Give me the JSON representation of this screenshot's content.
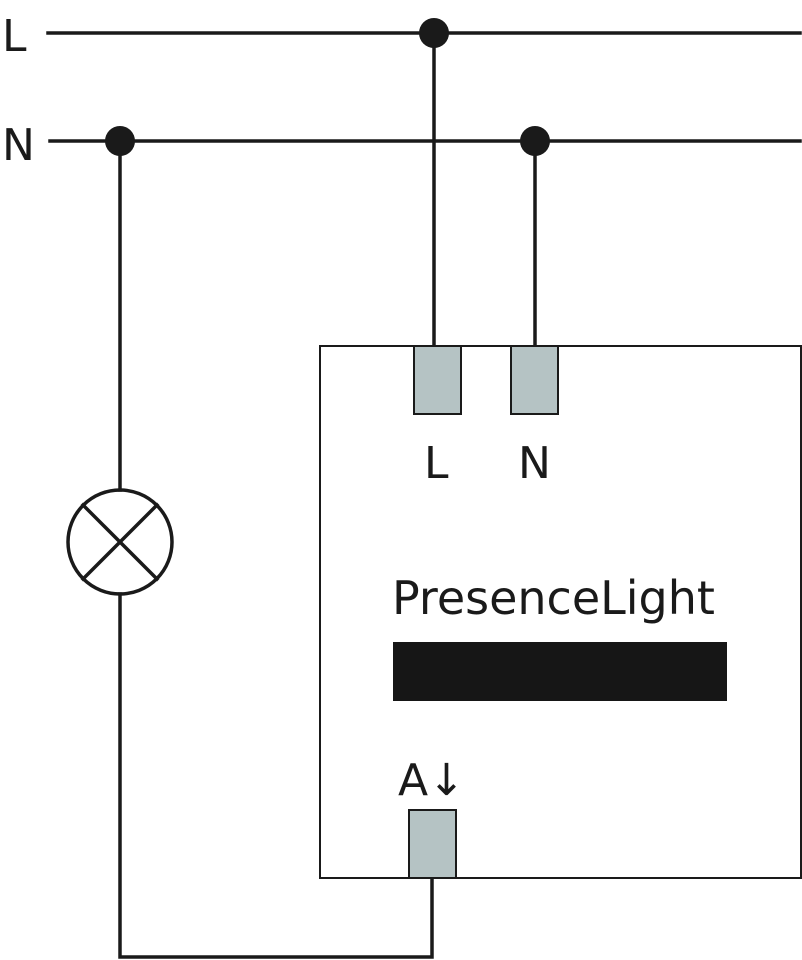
{
  "rails": {
    "live_label": "L",
    "neutral_label": "N"
  },
  "device": {
    "name": "PresenceLight",
    "terminal_l_label": "L",
    "terminal_n_label": "N",
    "output_label": "A↓"
  },
  "colors": {
    "line": "#1a1a1a",
    "terminal_fill": "#b5c3c4",
    "indicator_bar": "#161616",
    "background": "#ffffff"
  },
  "icons": {
    "lamp": "lamp-icon",
    "junction": "junction-dot-icon"
  }
}
